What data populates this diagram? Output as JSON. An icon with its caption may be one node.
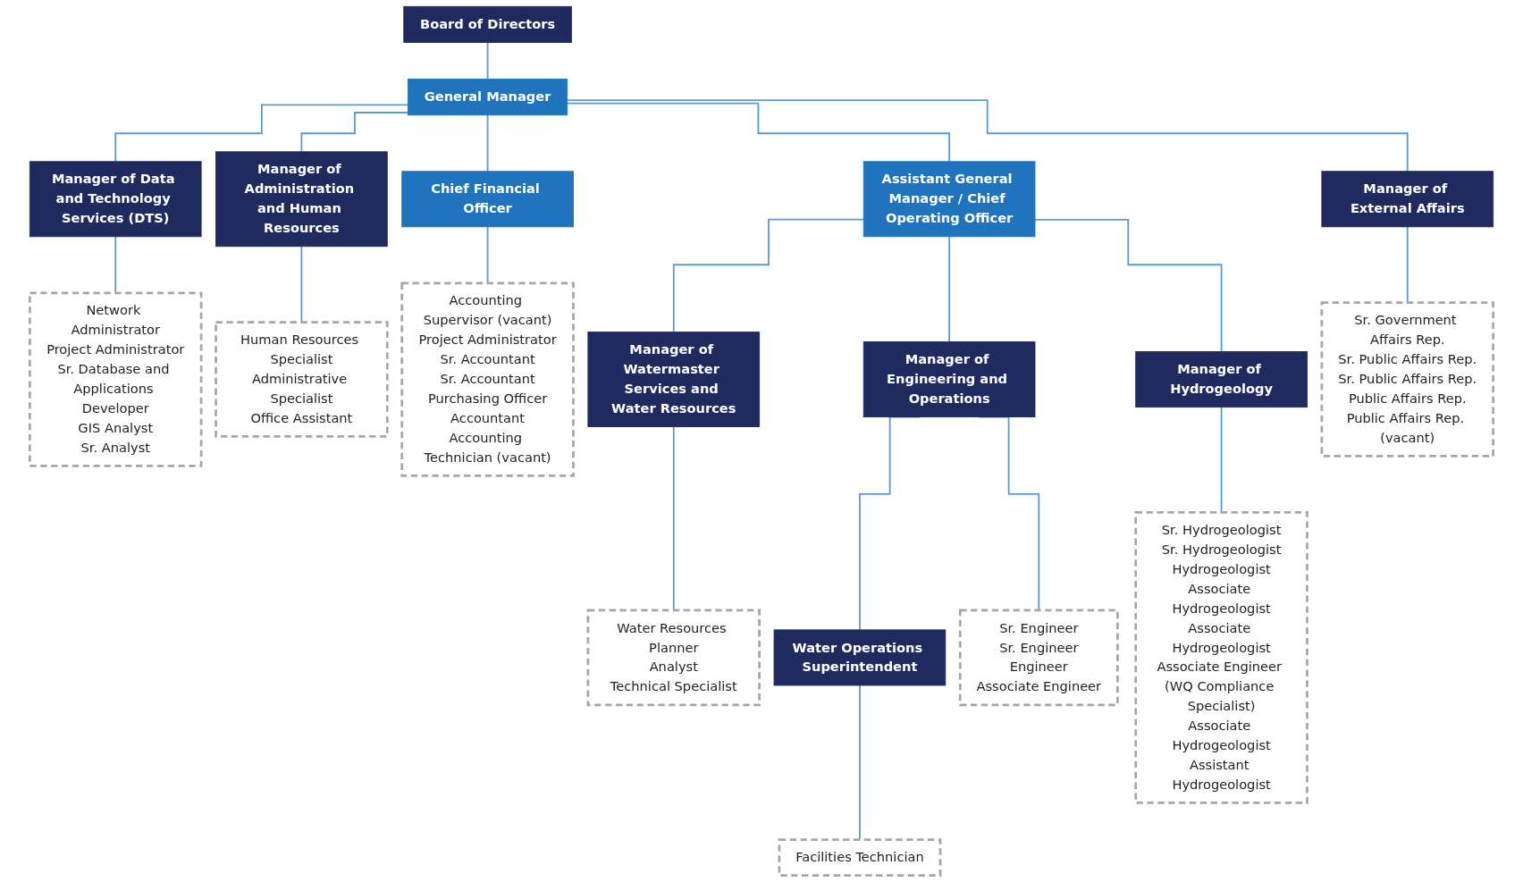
{
  "diagram": {
    "nodes": [
      {
        "text": [
          "Board of Directors"
        ]
      },
      {
        "text": [
          "General Manager"
        ]
      },
      {
        "text": [
          "Manager of Data and Technology Services (DTS)"
        ]
      },
      {
        "text": [
          "Manager of Administration and Human Resources"
        ]
      },
      {
        "text": [
          "Chief Financial Officer"
        ]
      },
      {
        "text": [
          "Assistant General Manager / Chief Operating Officer"
        ]
      },
      {
        "text": [
          "Manager of Watermaster Services and Water Resources"
        ]
      },
      {
        "text": [
          "Manager of Engineering and Operations"
        ]
      },
      {
        "text": [
          "Water Operations Superintendent"
        ]
      },
      {
        "text": [
          "Manager of Hydrogeology"
        ]
      },
      {
        "text": [
          "Manager of External Affairs"
        ]
      },
      {
        "text": [
          "Network Administrator",
          "Project Administrator",
          "Sr. Database and Applications Developer",
          "GIS Analyst",
          "Sr. Analyst"
        ]
      },
      {
        "text": [
          "Human Resources Specialist",
          "Administrative Specialist",
          "Office Assistant"
        ]
      },
      {
        "text": [
          "Accounting Supervisor (vacant)",
          "Project Administrator",
          "Sr. Accountant",
          "Sr. Accountant",
          "Purchasing Officer",
          "Accountant",
          "Accounting Technician (vacant)"
        ]
      },
      {
        "text": [
          "Water Resources Planner",
          "Analyst",
          "Technical Specialist"
        ]
      },
      {
        "text": [
          "Sr. Engineer",
          "Sr. Engineer",
          "Engineer",
          "Associate Engineer"
        ]
      },
      {
        "text": [
          "Facilities Technician"
        ]
      },
      {
        "text": [
          "Sr. Hydrogeologist",
          "Sr. Hydrogeologist",
          "Hydrogeologist",
          "Associate Hydrogeologist",
          "Associate Hydrogeologist",
          "Associate Engineer (WQ Compliance Specialist)",
          "Associate Hydrogeologist",
          "Assistant Hydrogeologist"
        ]
      },
      {
        "text": [
          "Sr. Government Affairs Rep.",
          "Sr. Public Affairs Rep.",
          "Sr. Public Affairs Rep.",
          "Public Affairs Rep.",
          "Public Affairs Rep. (vacant)"
        ]
      }
    ],
    "edges": [
      {
        "from": 0,
        "to": 1,
        "arrow": "none"
      },
      {
        "from": 1,
        "to": 2,
        "arrow": "none"
      },
      {
        "from": 1,
        "to": 3,
        "arrow": "none"
      },
      {
        "from": 1,
        "to": 4,
        "arrow": "none"
      },
      {
        "from": 1,
        "to": 5,
        "arrow": "none"
      },
      {
        "from": 1,
        "to": 10,
        "arrow": "none"
      },
      {
        "from": 5,
        "to": 6,
        "arrow": "none"
      },
      {
        "from": 5,
        "to": 7,
        "arrow": "none"
      },
      {
        "from": 5,
        "to": 9,
        "arrow": "none"
      },
      {
        "from": 7,
        "to": 8,
        "arrow": "none"
      },
      {
        "from": 2,
        "to": 11,
        "arrow": "none"
      },
      {
        "from": 3,
        "to": 12,
        "arrow": "none"
      },
      {
        "from": 4,
        "to": 13,
        "arrow": "none"
      },
      {
        "from": 6,
        "to": 14,
        "arrow": "none"
      },
      {
        "from": 7,
        "to": 15,
        "arrow": "none"
      },
      {
        "from": 8,
        "to": 16,
        "arrow": "none"
      },
      {
        "from": 9,
        "to": 17,
        "arrow": "none"
      },
      {
        "from": 10,
        "to": 18,
        "arrow": "none"
      }
    ]
  }
}
